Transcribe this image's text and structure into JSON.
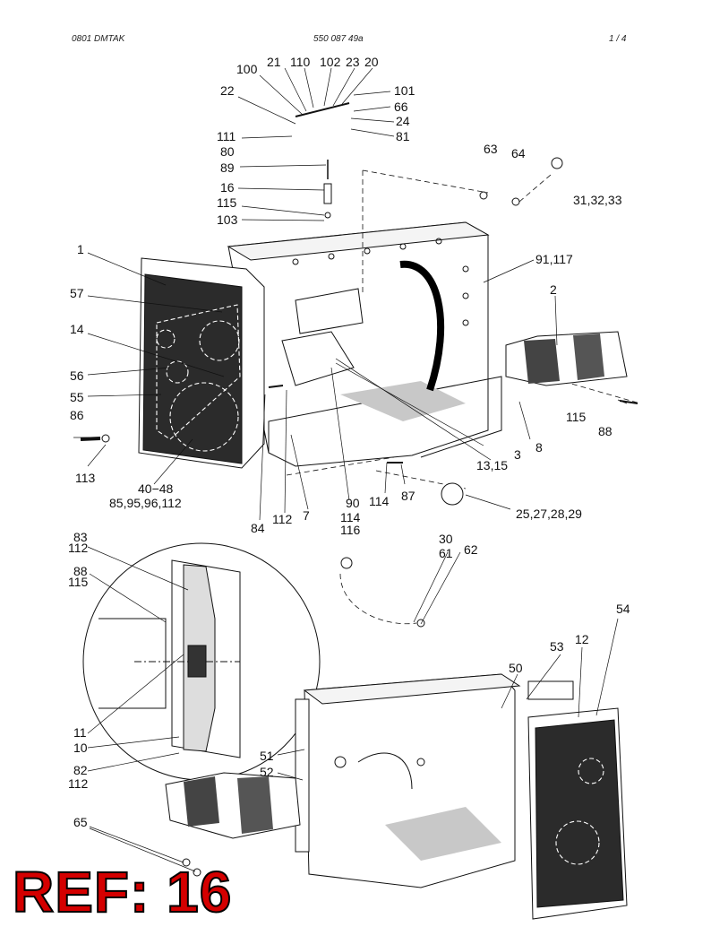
{
  "header": {
    "left": "0801   DMTAK",
    "center": "550 087 49a",
    "right": "1 /   4"
  },
  "ref_label": "REF: 16",
  "callouts": [
    "100",
    "21",
    "110",
    "102",
    "23",
    "20",
    "101",
    "22",
    "66",
    "24",
    "111",
    "81",
    "80",
    "89",
    "16",
    "115",
    "103",
    "63",
    "64",
    "31,32,33",
    "1",
    "91,117",
    "57",
    "2",
    "14",
    "56",
    "55",
    "86",
    "115",
    "88",
    "113",
    "3",
    "13,15",
    "8",
    "40−48",
    "85,95,96,112",
    "84",
    "112",
    "7",
    "90",
    "114",
    "116",
    "114",
    "87",
    "25,27,28,29",
    "83",
    "112",
    "88",
    "115",
    "30",
    "61",
    "62",
    "54",
    "12",
    "53",
    "50",
    "11",
    "10",
    "82",
    "112",
    "51",
    "52",
    "65"
  ],
  "colors": {
    "panel": "#2b2b2b",
    "ink": "#111111",
    "shade": "#bcbcbc",
    "ref_text": "#d40000"
  }
}
